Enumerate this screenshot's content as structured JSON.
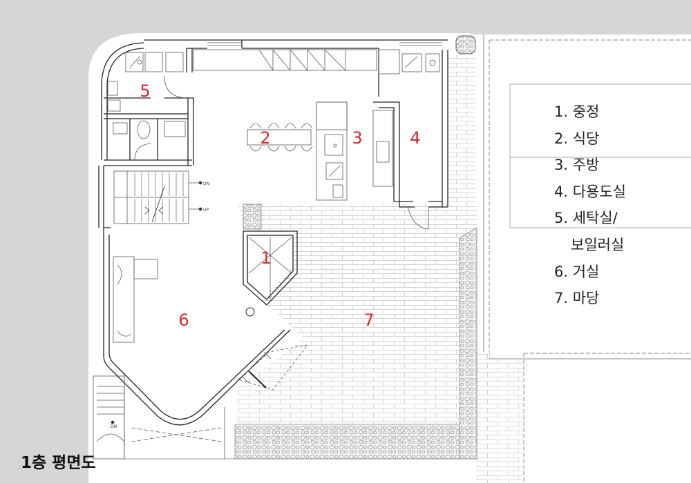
{
  "title": "1층 평면도",
  "rooms": [
    {
      "number": "1",
      "name": "중정"
    },
    {
      "number": "2",
      "name": "식당"
    },
    {
      "number": "3",
      "name": "주방"
    },
    {
      "number": "4",
      "name": "다용도실"
    },
    {
      "number": "5",
      "name": "세탁실/",
      "name_cont": "보일러실"
    },
    {
      "number": "6",
      "name": "거실"
    },
    {
      "number": "7",
      "name": "마당"
    }
  ],
  "legend": [
    "1. 중정",
    "2. 식당",
    "3. 주방",
    "4. 다용도실",
    "5. 세탁실/",
    "보일러실",
    "6. 거실",
    "7. 마당"
  ],
  "stair_labels": {
    "down": "DN",
    "up": "UP",
    "lower_down": "DN"
  },
  "colors": {
    "room_number": "#d8262e",
    "surround": "#d6d6d6",
    "wall": "#222222"
  }
}
